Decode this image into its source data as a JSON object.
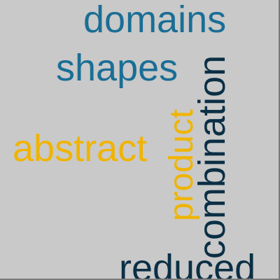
{
  "colors": {
    "background": "#c9c9c9",
    "blue": "#1a6e95",
    "gold": "#f0b400",
    "navy": "#0b2f45"
  },
  "words": {
    "domains": "domains",
    "shapes": "shapes",
    "abstract": "abstract",
    "product": "product",
    "combination": "combination",
    "reduced": "reduced"
  }
}
